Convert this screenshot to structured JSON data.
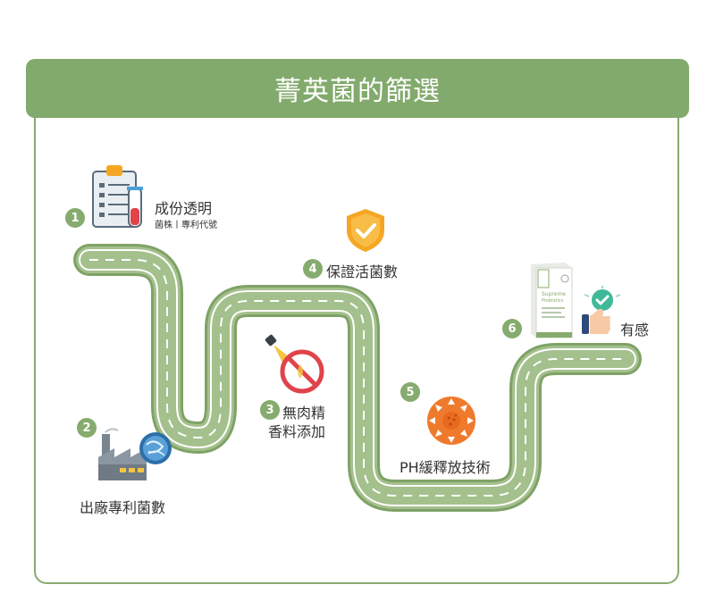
{
  "title": "菁英菌的篩選",
  "steps": [
    {
      "num": "1",
      "label": "成份透明",
      "sub": "菌株丨專利代號",
      "icon": "clipboard-testtube-icon"
    },
    {
      "num": "2",
      "label": "出廠專利菌數",
      "icon": "factory-bacteria-icon"
    },
    {
      "num": "3",
      "label_line1": "無肉精",
      "label_line2": "香料添加",
      "icon": "no-additive-icon"
    },
    {
      "num": "4",
      "label": "保證活菌數",
      "icon": "shield-check-icon"
    },
    {
      "num": "5",
      "label": "PH緩釋放技術",
      "icon": "release-burst-icon"
    },
    {
      "num": "6",
      "label": "有感",
      "icon": "product-box-thumbs-up-icon"
    }
  ],
  "product_box": {
    "brand": "Supreme",
    "name": "Probiotics"
  },
  "colors": {
    "banner": "#82aa6c",
    "road": "#a4c08c",
    "road_edge": "#7fa267",
    "accent_orange": "#f07a2c",
    "accent_red": "#e0434a",
    "shield": "#f5a623"
  }
}
